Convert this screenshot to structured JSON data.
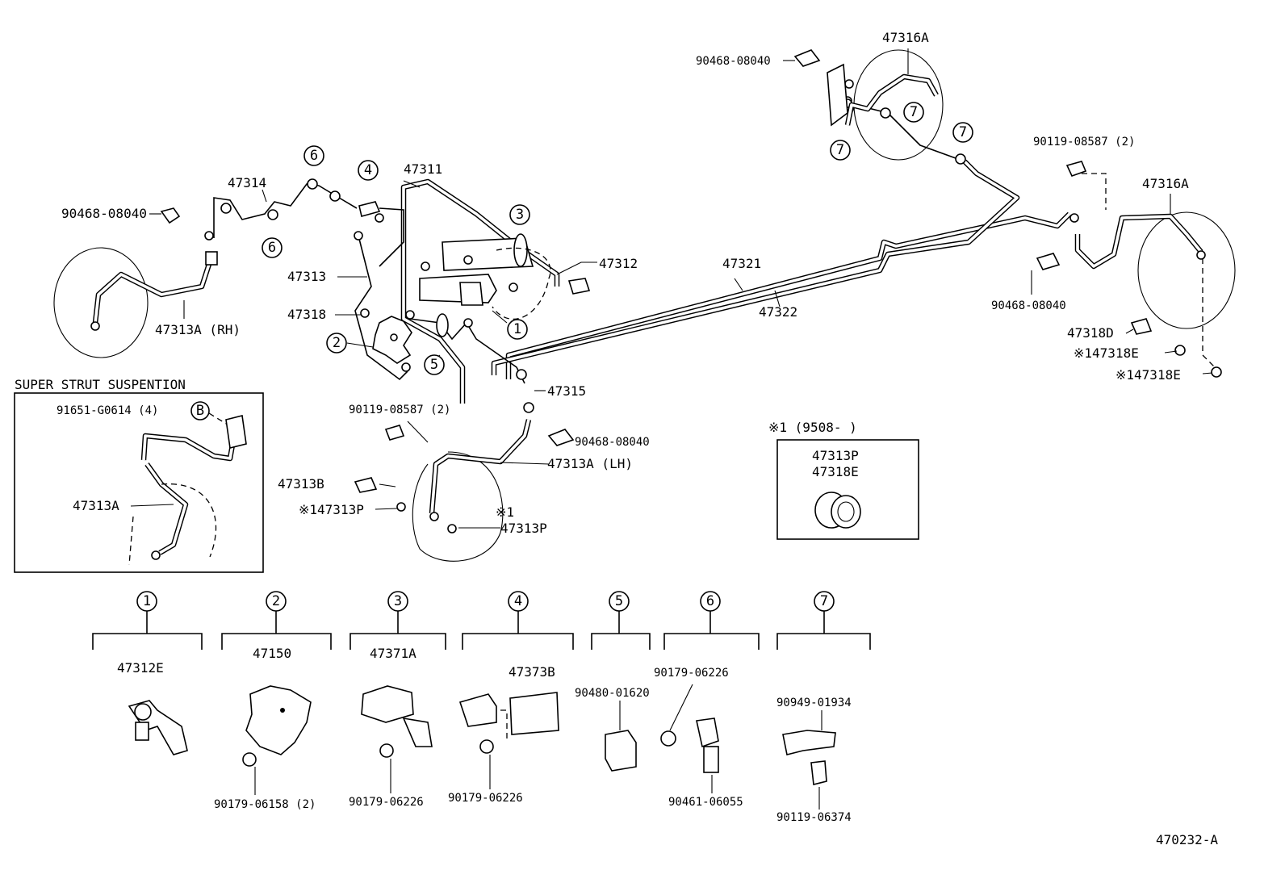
{
  "labels": {
    "p90468_tl": "90468-08040",
    "p47314": "47314",
    "p47311": "47311",
    "p47313": "47313",
    "p47318": "47318",
    "p47312": "47312",
    "p47313a_rh": "47313A (RH)",
    "p47321": "47321",
    "p47322": "47322",
    "p47315": "47315",
    "p90119_mid": "90119-08587 (2)",
    "p90468_mid": "90468-08040",
    "p47313a_lh": "47313A (LH)",
    "p47313b": "47313B",
    "p147313p": "※147313P",
    "note1": "※1",
    "p47313p_low": "47313P",
    "p90468_top": "90468-08040",
    "p47316a_top": "47316A",
    "p90119_right": "90119-08587 (2)",
    "p47316a_right": "47316A",
    "p90468_right": "90468-08040",
    "p47318d": "47318D",
    "p147318e_1": "※147318E",
    "p147318e_2": "※147318E",
    "note_box_title": "※1 (9508-      )",
    "note_box_p1": "47313P",
    "note_box_p2": "47318E",
    "strut_title": "SUPER STRUT SUSPENTION",
    "strut_p91651": "91651-G0614 (4)",
    "strut_b": "B",
    "strut_47313a": "47313A",
    "diagram_code": "470232-A"
  },
  "callouts": {
    "c1": "①",
    "c2": "②",
    "c3": "③",
    "c4": "④",
    "c5": "⑤",
    "c6": "⑥",
    "c7": "⑦"
  },
  "groups": [
    {
      "num": "1",
      "parts": [
        "47312E"
      ]
    },
    {
      "num": "2",
      "parts": [
        "47150",
        "90179-06158 (2)"
      ]
    },
    {
      "num": "3",
      "parts": [
        "47371A",
        "90179-06226"
      ]
    },
    {
      "num": "4",
      "parts": [
        "47373B",
        "90179-06226"
      ]
    },
    {
      "num": "5",
      "parts": [
        "90480-01620"
      ]
    },
    {
      "num": "6",
      "parts": [
        "90179-06226",
        "90461-06055"
      ]
    },
    {
      "num": "7",
      "parts": [
        "90949-01934",
        "90119-06374"
      ]
    }
  ]
}
